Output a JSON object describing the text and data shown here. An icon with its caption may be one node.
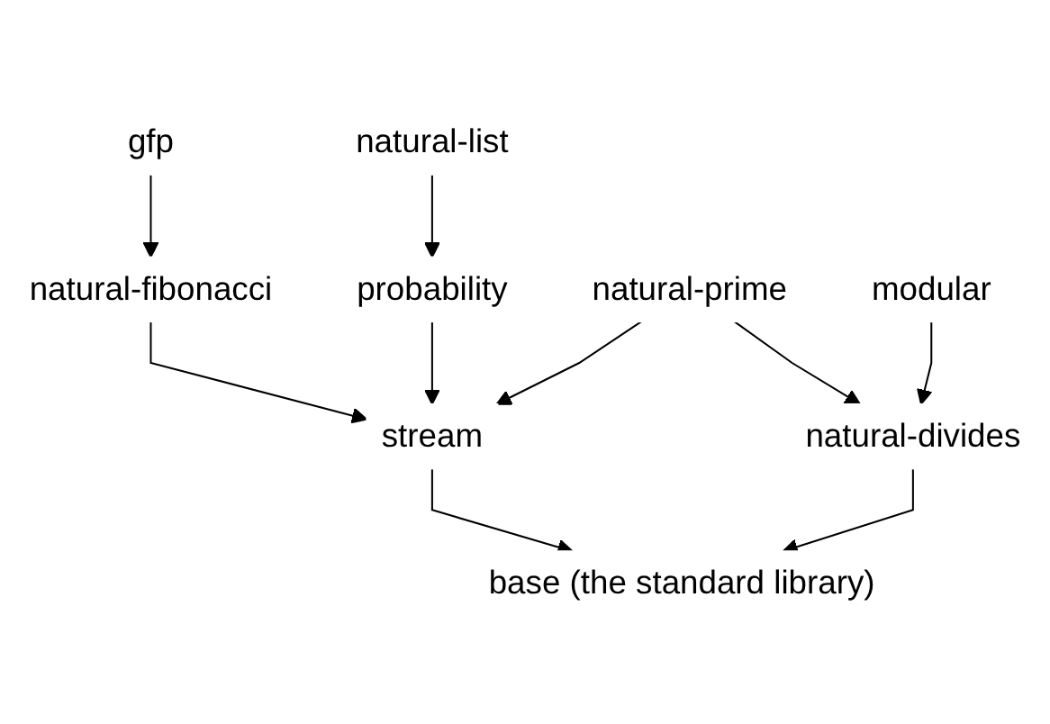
{
  "diagram": {
    "nodes": [
      {
        "text": [
          "natural-list"
        ]
      },
      {
        "text": [
          "gfp"
        ]
      },
      {
        "text": [
          "probability"
        ]
      },
      {
        "text": [
          "natural-fibonacci"
        ]
      },
      {
        "text": [
          "modular"
        ]
      },
      {
        "text": [
          "natural-prime"
        ]
      },
      {
        "text": [
          "stream"
        ]
      },
      {
        "text": [
          "natural-divides"
        ]
      },
      {
        "text": [
          "base (the standard library)"
        ]
      }
    ],
    "edges": [
      {
        "from": 0,
        "to": 2,
        "arrow": "to"
      },
      {
        "from": 1,
        "to": 3,
        "arrow": "to"
      },
      {
        "from": 3,
        "to": 6,
        "arrow": "to"
      },
      {
        "from": 2,
        "to": 6,
        "arrow": "to"
      },
      {
        "from": 5,
        "to": 6,
        "arrow": "to"
      },
      {
        "from": 5,
        "to": 7,
        "arrow": "to"
      },
      {
        "from": 4,
        "to": 7,
        "arrow": "to"
      },
      {
        "from": 6,
        "to": 8,
        "arrow": "to"
      },
      {
        "from": 7,
        "to": 8,
        "arrow": "to"
      }
    ]
  }
}
